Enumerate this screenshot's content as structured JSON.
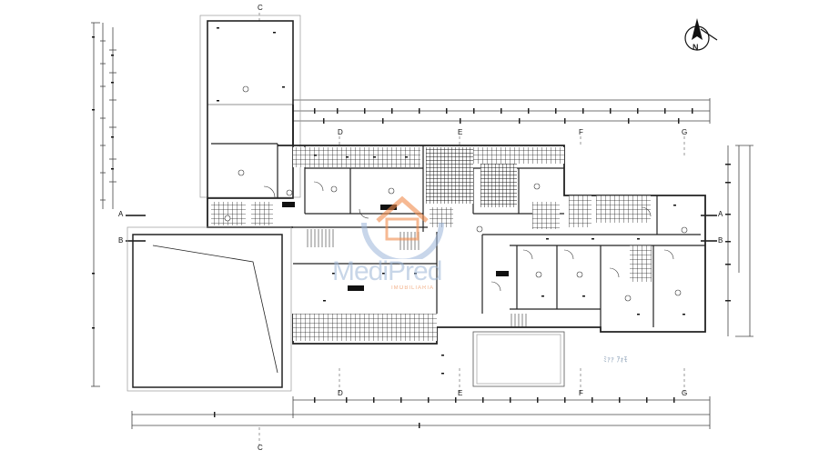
{
  "plan": {
    "axes_top": [
      "C",
      "D",
      "E",
      "F",
      "G"
    ],
    "axes_bottom": [
      "C",
      "D",
      "E",
      "F",
      "G"
    ],
    "axes_side_left": [
      "A",
      "B"
    ],
    "axes_side_right": [
      "A",
      "B"
    ],
    "compass_label": "N",
    "watermark": {
      "brand": "MediPred",
      "sub": "IMOBILIARIA",
      "accent_color": "#f08a4b",
      "brand_color": "#8ab0dd"
    },
    "handwritten_note": "ﾐｧｧ ｱｫﾓ"
  }
}
